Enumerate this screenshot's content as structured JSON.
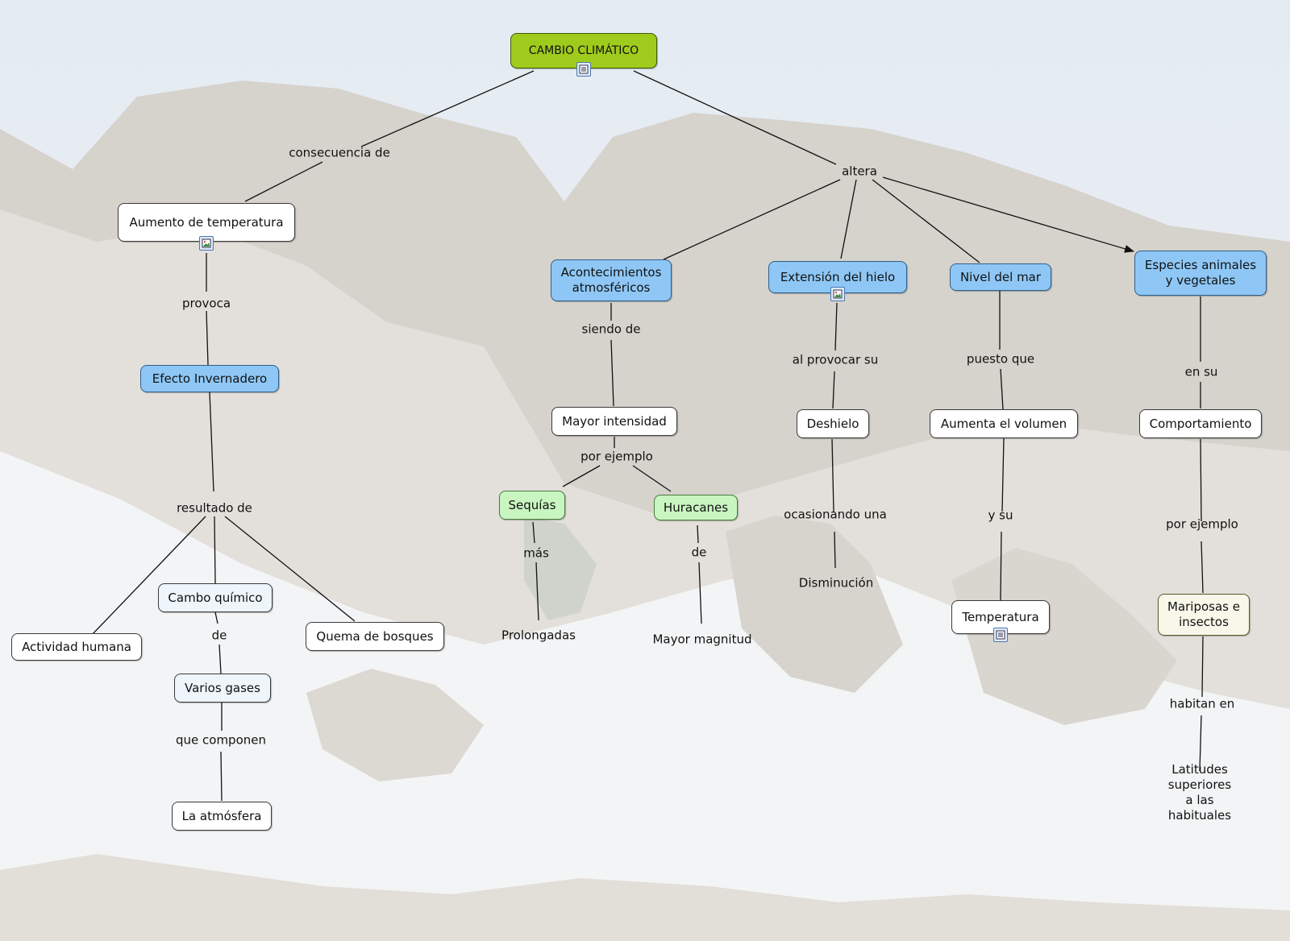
{
  "background": {
    "description_icon": "mountain-photo-background",
    "sky_color": "#dfe7ee",
    "snow_color": "#f6f7f8",
    "rock_color": "#cfcac3"
  },
  "colors": {
    "root": "#9fcb1c",
    "blue_concept": "#8ec7f5",
    "green_concept": "#c8f5c0",
    "link": "#111111"
  },
  "nodes": {
    "cambio_climatico": "CAMBIO CLIMÁTICO",
    "aumento_temperatura": "Aumento de temperatura",
    "efecto_invernadero": "Efecto Invernadero",
    "actividad_humana": "Actividad humana",
    "cambio_quimico": "Cambo químico",
    "quema_bosques": "Quema de bosques",
    "varios_gases": "Varios gases",
    "la_atmosfera": "La atmósfera",
    "acontecimientos": "Acontecimientos\natmosféricos",
    "mayor_intensidad": "Mayor intensidad",
    "sequias": "Sequías",
    "huracanes": "Huracanes",
    "prolongadas": "Prolongadas",
    "mayor_magnitud": "Mayor magnitud",
    "extension_hielo": "Extensión del hielo",
    "deshielo": "Deshielo",
    "disminucion": "Disminución",
    "nivel_mar": "Nivel del mar",
    "aumenta_volumen": "Aumenta el volumen",
    "temperatura": "Temperatura",
    "especies": "Especies animales\ny vegetales",
    "comportamiento": "Comportamiento",
    "mariposas": "Mariposas e\ninsectos",
    "latitudes": "Latitudes superiores\na las habituales"
  },
  "link_labels": {
    "consecuencia_de": "consecuencia de",
    "altera": "altera",
    "provoca": "provoca",
    "resultado_de": "resultado de",
    "de_1": "de",
    "que_componen": "que componen",
    "siendo_de": "siendo de",
    "por_ejemplo_1": "por ejemplo",
    "mas": "más",
    "de_2": "de",
    "al_provocar_su": "al provocar su",
    "ocasionando_una": "ocasionando una",
    "puesto_que": "puesto que",
    "y_su": "y su",
    "en_su": "en su",
    "por_ejemplo_2": "por ejemplo",
    "habitan_en": "habitan en"
  },
  "icons": {
    "root_icon": "document-icon",
    "aumento_icon": "image-icon",
    "hielo_icon": "image-icon",
    "temperatura_icon": "document-icon"
  }
}
